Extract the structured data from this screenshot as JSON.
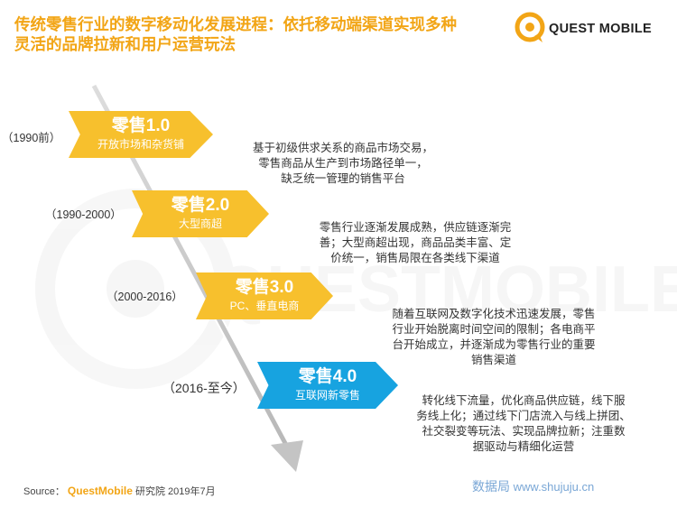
{
  "title": {
    "line1": "传统零售行业的数字移动化发展进程：依托移动端渠道实现多种",
    "line2": "灵活的品牌拉新和用户运营玩法"
  },
  "logo": {
    "text": "QUEST MOBILE"
  },
  "watermark": {
    "text": "QUESTMOBILE"
  },
  "stages": [
    {
      "year": "（1990前）",
      "title": "零售1.0",
      "subtitle": "开放市场和杂货铺",
      "description": [
        "基于初级供求关系的商品市场交易，",
        "零售商品从生产到市场路径单一，",
        "缺乏统一管理的销售平台"
      ]
    },
    {
      "year": "（1990-2000）",
      "title": "零售2.0",
      "subtitle": "大型商超",
      "description": [
        "零售行业逐渐发展成熟，供应链逐渐完",
        "善；大型商超出现，商品品类丰富、定",
        "价统一，销售局限在各类线下渠道"
      ]
    },
    {
      "year": "（2000-2016）",
      "title": "零售3.0",
      "subtitle": "PC、垂直电商",
      "description": [
        "随着互联网及数字化技术迅速发展，零售",
        "行业开始脱离时间空间的限制；各电商平",
        "台开始成立，并逐渐成为零售行业的重要",
        "销售渠道"
      ]
    },
    {
      "year": "（2016-至今）",
      "title": "零售4.0",
      "subtitle": "互联网新零售",
      "description": [
        "转化线下流量，优化商品供应链，线下服",
        "务线上化；通过线下门店流入与线上拼团、",
        "社交裂变等玩法、实现品牌拉新；注重数",
        "据驱动与精细化运营"
      ]
    }
  ],
  "colors": {
    "accent": "#f2a516",
    "stage_yellow": "#f7c02d",
    "stage_blue": "#17a3e0"
  },
  "footer": {
    "label": "Source：",
    "brand": "QuestMobile",
    "rest": " 研究院 2019年7月"
  },
  "site": {
    "cn": "数据局",
    "url": " www.shujuju.cn"
  }
}
